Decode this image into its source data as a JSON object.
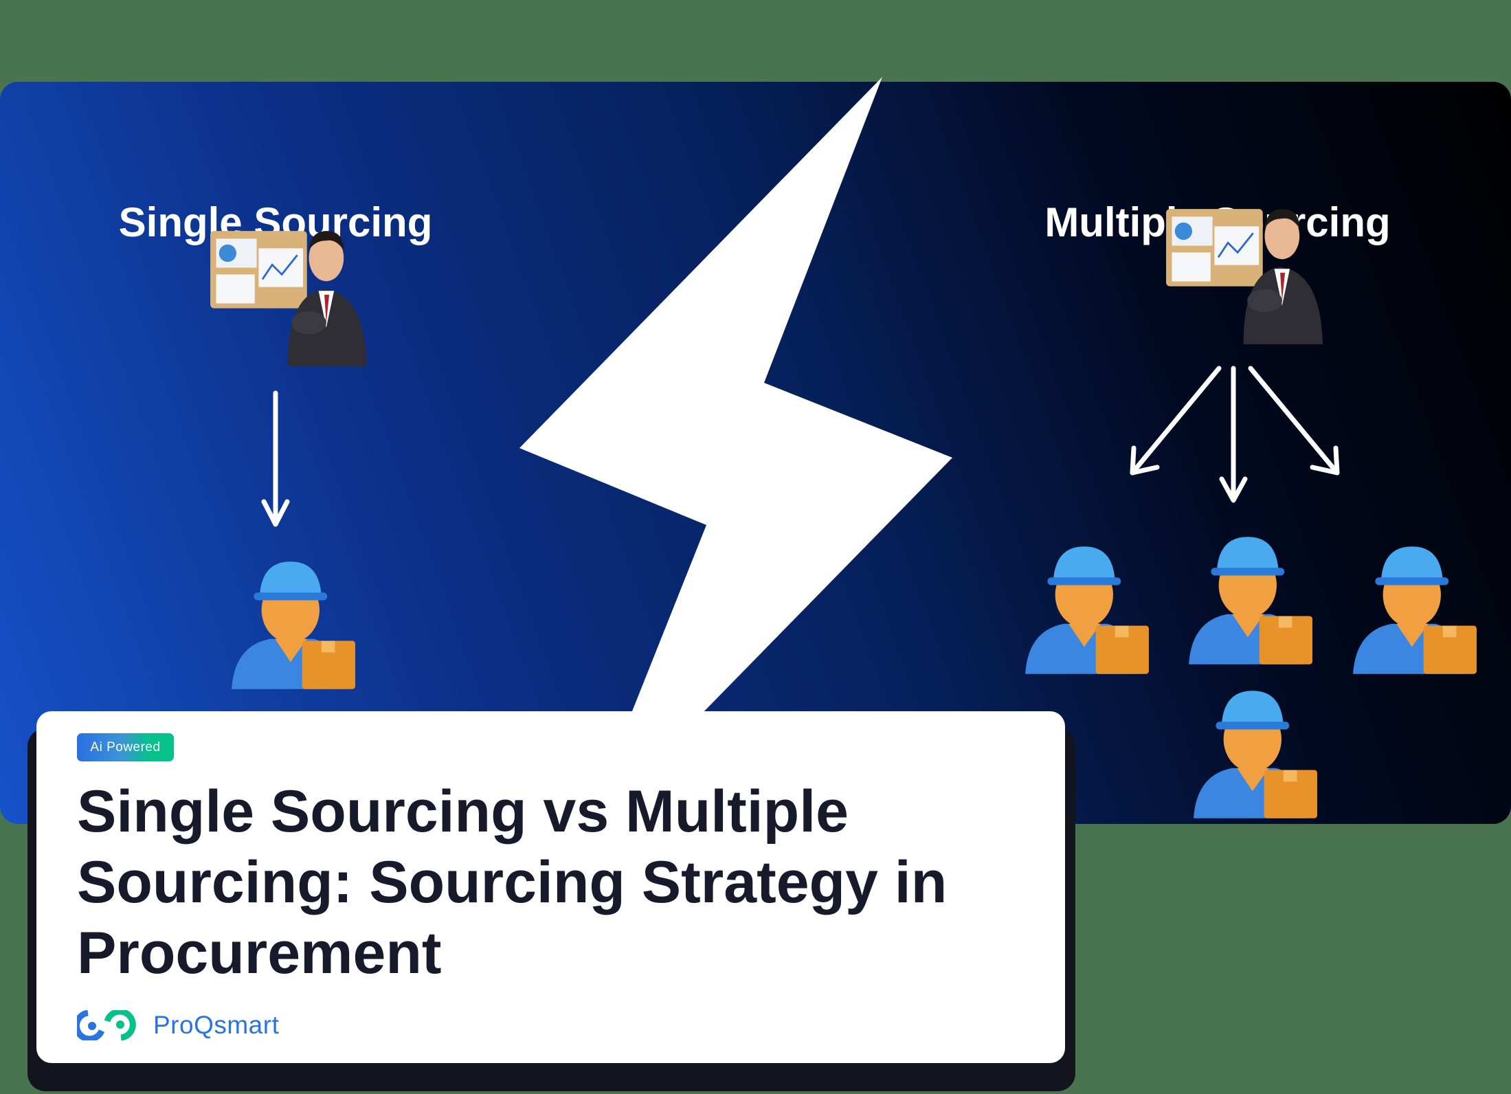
{
  "banner": {
    "left_heading": "Single Sourcing",
    "right_heading": "Multiple Sourcing"
  },
  "card": {
    "badge": "Ai Powered",
    "title": "Single Sourcing vs Multiple Sourcing: Sourcing Strategy in Procurement",
    "brand": "ProQsmart"
  },
  "colors": {
    "brand_blue": "#2a74e0",
    "brand_green": "#06c18a",
    "title": "#171a2b"
  }
}
